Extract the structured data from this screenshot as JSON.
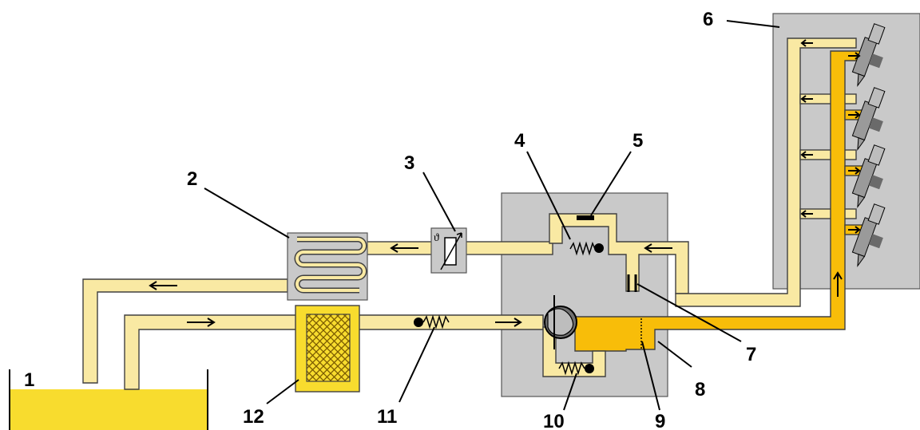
{
  "labels": [
    {
      "id": "tank",
      "text": "1"
    },
    {
      "id": "cooler",
      "text": "2"
    },
    {
      "id": "temp-sensor",
      "text": "3"
    },
    {
      "id": "valve-4",
      "text": "4"
    },
    {
      "id": "valve-5",
      "text": "5"
    },
    {
      "id": "cylinder-head",
      "text": "6"
    },
    {
      "id": "throttle-7",
      "text": "7"
    },
    {
      "id": "pump-block-8",
      "text": "8"
    },
    {
      "id": "screen-9",
      "text": "9"
    },
    {
      "id": "valve-10",
      "text": "10"
    },
    {
      "id": "check-valve-11",
      "text": "11"
    },
    {
      "id": "filter",
      "text": "12"
    }
  ],
  "colors": {
    "return_fuel": "#f9e9a3",
    "supply_fuel": "#f8bd09",
    "tank_fuel": "#f8dc2e",
    "housing": "#c9c9c9",
    "filter_mesh": "#7a5a00"
  },
  "sensor_symbol": "ϑ"
}
